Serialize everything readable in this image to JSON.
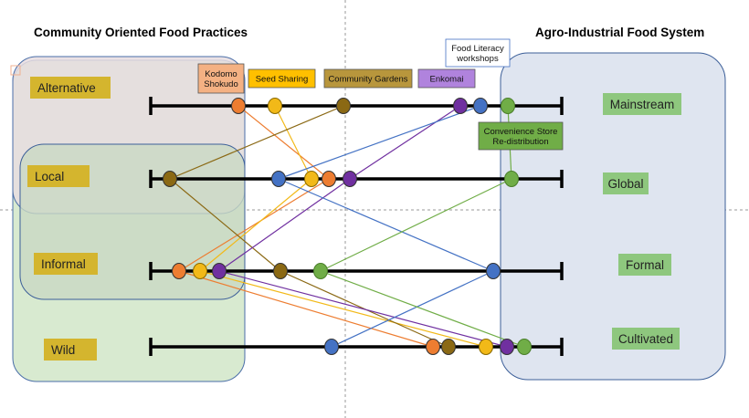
{
  "headers": {
    "left": "Community Oriented Food Practices",
    "right": "Agro-Industrial Food System"
  },
  "axes": [
    {
      "left": "Alternative",
      "right": "Mainstream"
    },
    {
      "left": "Local",
      "right": "Global"
    },
    {
      "left": "Informal",
      "right": "Formal"
    },
    {
      "left": "Wild",
      "right": "Cultivated"
    }
  ],
  "practices": [
    {
      "key": "kodomo",
      "label": [
        "Kodomo",
        "Shokudo"
      ],
      "color": "#ed7d31",
      "fill": "#f4b183"
    },
    {
      "key": "seed",
      "label": [
        "Seed Sharing"
      ],
      "color": "#f2b918",
      "fill": "#ffc000"
    },
    {
      "key": "gardens",
      "label": [
        "Community Gardens"
      ],
      "color": "#8b6914",
      "fill": "#b8963c"
    },
    {
      "key": "enkomai",
      "label": [
        "Enkomai"
      ],
      "color": "#7030a0",
      "fill": "#b083dd"
    },
    {
      "key": "literacy",
      "label": [
        "Food Literacy",
        "workshops"
      ],
      "color": "#4472c4",
      "fill": "#ffffff"
    },
    {
      "key": "convenience",
      "label": [
        "Convenience Store",
        "Re-distribution"
      ],
      "color": "#70ad47",
      "fill": "#70ad47"
    }
  ],
  "colors": {
    "left_top_region": "#e6d8dc",
    "left_bottom_region": "#d0e6c6",
    "right_region": "#dce3ef",
    "axis_label_left": "#d4b52e",
    "axis_label_right": "#8ec77e"
  }
}
